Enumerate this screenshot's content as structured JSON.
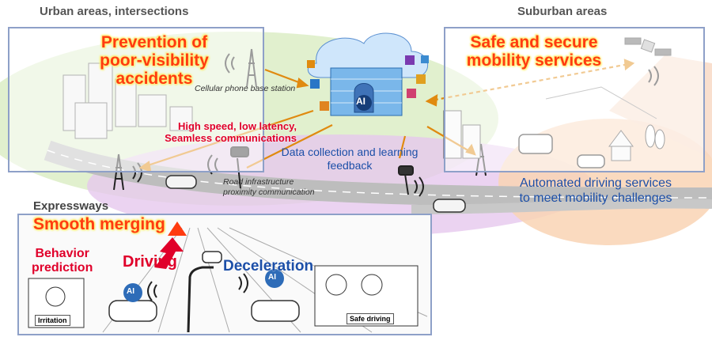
{
  "sections": {
    "urban": "Urban areas, intersections",
    "suburban": "Suburban areas",
    "expressways": "Expressways"
  },
  "headlines": {
    "urban_line1": "Prevention of",
    "urban_line2": "poor-visibility accidents",
    "suburban_line1": "Safe and secure",
    "suburban_line2": "mobility services",
    "expressway": "Smooth merging"
  },
  "labels": {
    "cell_station": "Cellular phone base station",
    "high_speed_line1": "High speed, low latency,",
    "high_speed_line2": "Seamless communications",
    "data_collection_line1": "Data collection and learning",
    "data_collection_line2": "feedback",
    "road_infra_line1": "Road infrastructure",
    "road_infra_line2": "proximity communication",
    "automated_line1": "Automated driving services",
    "automated_line2": "to meet mobility challenges",
    "behavior_line1": "Behavior",
    "behavior_line2": "prediction",
    "driving": "Driving",
    "deceleration": "Deceleration",
    "irritation": "Irritation",
    "safe_driving": "Safe driving",
    "ai": "AI"
  },
  "colors": {
    "headline": "#ff3b10",
    "red_label": "#e0002a",
    "blue_label": "#1c4fa8",
    "arrow": "#e08a10",
    "green_zone": "#d9ecc2",
    "purple_zone": "#e3c6ea",
    "orange_zone": "#f8d2b2"
  }
}
